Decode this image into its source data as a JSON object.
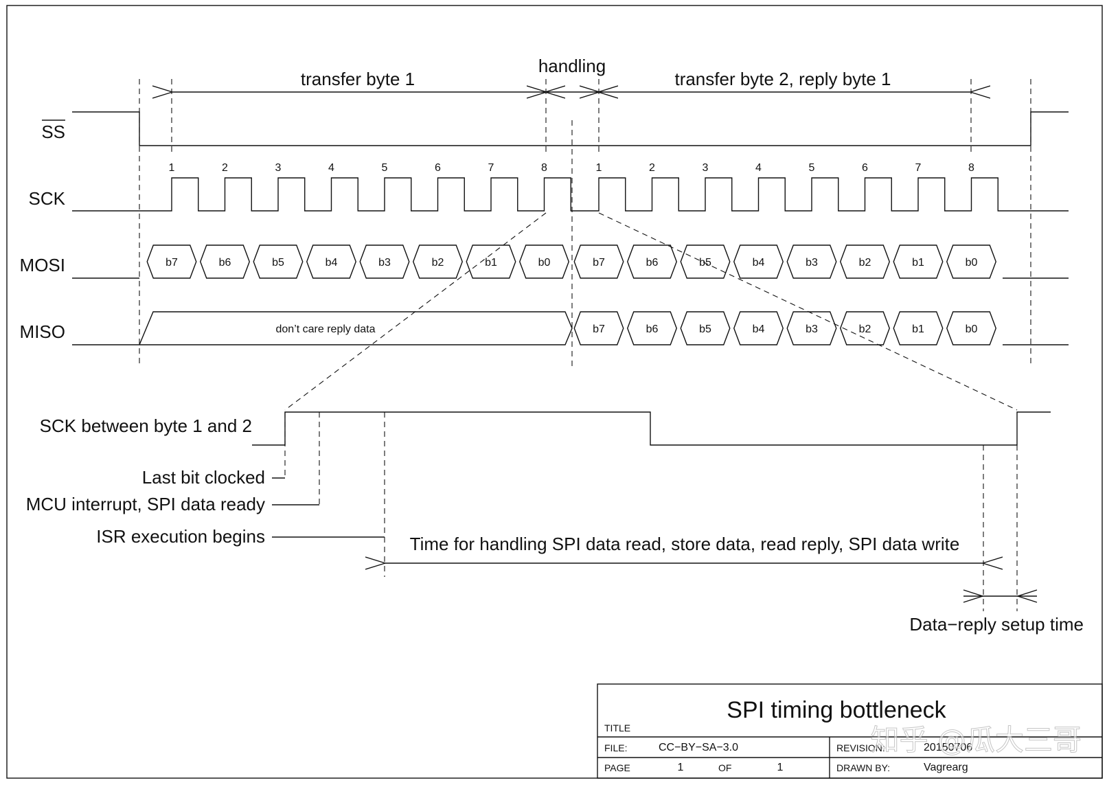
{
  "spans": {
    "transfer1": "transfer byte 1",
    "handling": "handling",
    "transfer2": "transfer byte 2, reply byte 1"
  },
  "signals": {
    "ss": "SS",
    "sck": "SCK",
    "mosi": "MOSI",
    "miso": "MISO"
  },
  "clock_numbers": [
    "1",
    "2",
    "3",
    "4",
    "5",
    "6",
    "7",
    "8",
    "1",
    "2",
    "3",
    "4",
    "5",
    "6",
    "7",
    "8"
  ],
  "mosi_bits": [
    "b7",
    "b6",
    "b5",
    "b4",
    "b3",
    "b2",
    "b1",
    "b0",
    "b7",
    "b6",
    "b5",
    "b4",
    "b3",
    "b2",
    "b1",
    "b0"
  ],
  "miso": {
    "dont_care": "don’t care reply data",
    "bits": [
      "b7",
      "b6",
      "b5",
      "b4",
      "b3",
      "b2",
      "b1",
      "b0"
    ]
  },
  "detail": {
    "sck_between": "SCK between byte 1 and 2",
    "last_bit": "Last bit clocked",
    "mcu_interrupt": "MCU interrupt, SPI data ready",
    "isr_begins": "ISR execution begins",
    "handling_time": "Time for handling SPI data read, store data, read reply, SPI data write",
    "setup_time": "Data−reply setup time"
  },
  "title_block": {
    "title": "SPI timing bottleneck",
    "title_label": "TITLE",
    "file_label": "FILE:",
    "file": "CC−BY−SA−3.0",
    "revision_label": "REVISION:",
    "revision": "20150706",
    "page_label": "PAGE",
    "page": "1",
    "of_label": "OF",
    "of": "1",
    "drawn_by_label": "DRAWN BY:",
    "drawn_by": "Vagrearg"
  },
  "watermark": "知乎 @瓜大三哥"
}
